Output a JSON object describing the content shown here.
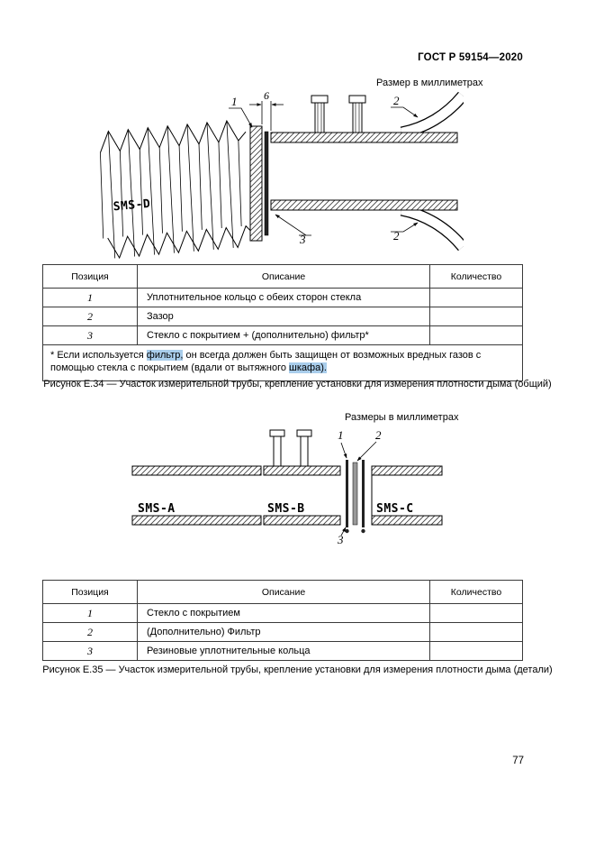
{
  "page": {
    "doc_header": "ГОСТ Р 59154—2020",
    "page_number": "77"
  },
  "highlight_color": "#a9cdeb",
  "figure_e34": {
    "units_note": "Размер в миллиметрах",
    "drawing": {
      "hose_label": "SMS-D",
      "dim_gap": "6",
      "callout_seal": "1",
      "callout_hose_top": "2",
      "callout_hose_bottom": "2",
      "callout_glass": "3"
    },
    "table": {
      "headers": [
        "Позиция",
        "Описание",
        "Количество"
      ],
      "rows": [
        {
          "position": "1",
          "description": "Уплотнительное кольцо с обеих сторон стекла",
          "quantity": ""
        },
        {
          "position": "2",
          "description": "Зазор",
          "quantity": ""
        },
        {
          "position": "3",
          "description": "Стекло с покрытием + (дополнительно) фильтр*",
          "quantity": ""
        }
      ],
      "footnote_parts": {
        "p1": "* Если используется ",
        "h1": "фильтр,",
        "p2": " он всегда должен быть защищен от возможных вредных газов с помощью стекла с покрытием (вдали от вытяжного ",
        "h2": "шкафа)."
      }
    },
    "caption": "Рисунок Е.34 — Участок измерительной трубы, крепление установки для измерения плотности дыма (общий)"
  },
  "figure_e35": {
    "units_note": "Размеры в миллиметрах",
    "drawing": {
      "tube_a_label": "SMS-A",
      "tube_b_label": "SMS-B",
      "tube_c_label": "SMS-C",
      "callout_glass": "1",
      "callout_filter": "2",
      "callout_rings": "3"
    },
    "table": {
      "headers": [
        "Позиция",
        "Описание",
        "Количество"
      ],
      "rows": [
        {
          "position": "1",
          "description": "Стекло с покрытием",
          "quantity": ""
        },
        {
          "position": "2",
          "description": "(Дополнительно) Фильтр",
          "quantity": ""
        },
        {
          "position": "3",
          "description": "Резиновые уплотнительные кольца",
          "quantity": ""
        }
      ]
    },
    "caption": "Рисунок Е.35 — Участок измерительной трубы, крепление установки для измерения плотности дыма (детали)"
  }
}
